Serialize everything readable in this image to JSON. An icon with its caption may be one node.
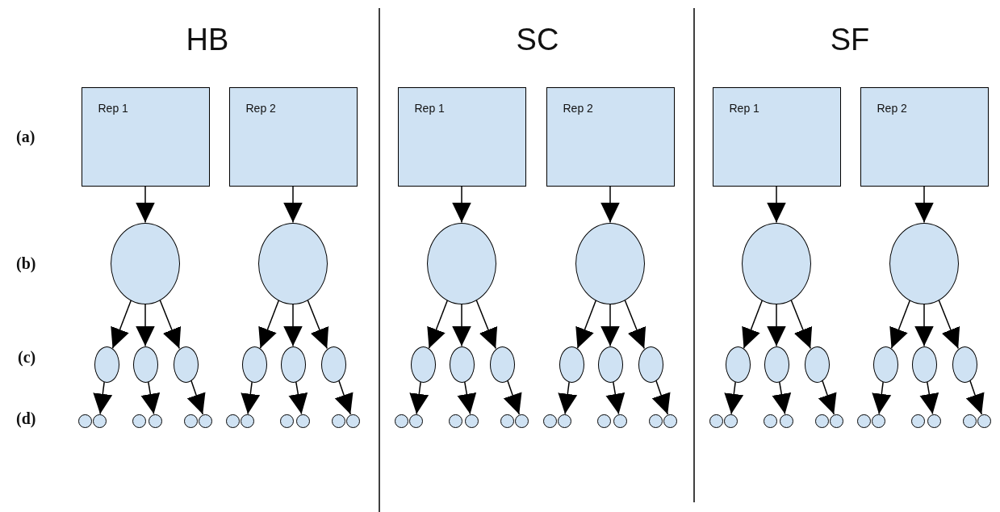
{
  "diagram": {
    "nodes": [
      {
        "text": [
          "Rep 1"
        ]
      },
      {
        "text": [],
        "shape": "circle"
      },
      {
        "text": [],
        "shape": "circle"
      },
      {
        "text": [],
        "shape": "circle"
      },
      {
        "text": [],
        "shape": "circle"
      },
      {
        "text": [],
        "shape": "circle"
      },
      {
        "text": [],
        "shape": "circle"
      },
      {
        "text": [],
        "shape": "circle"
      },
      {
        "text": [],
        "shape": "circle"
      },
      {
        "text": [],
        "shape": "circle"
      },
      {
        "text": [],
        "shape": "circle"
      },
      {
        "text": [
          "Rep 2"
        ]
      },
      {
        "text": [],
        "shape": "circle"
      },
      {
        "text": [],
        "shape": "circle"
      },
      {
        "text": [],
        "shape": "circle"
      },
      {
        "text": [],
        "shape": "circle"
      },
      {
        "text": [],
        "shape": "circle"
      },
      {
        "text": [],
        "shape": "circle"
      },
      {
        "text": [],
        "shape": "circle"
      },
      {
        "text": [],
        "shape": "circle"
      },
      {
        "text": [],
        "shape": "circle"
      },
      {
        "text": [],
        "shape": "circle"
      },
      {
        "text": [
          "Rep 1"
        ]
      },
      {
        "text": [],
        "shape": "circle"
      },
      {
        "text": [],
        "shape": "circle"
      },
      {
        "text": [],
        "shape": "circle"
      },
      {
        "text": [],
        "shape": "circle"
      },
      {
        "text": [],
        "shape": "circle"
      },
      {
        "text": [],
        "shape": "circle"
      },
      {
        "text": [],
        "shape": "circle"
      },
      {
        "text": [],
        "shape": "circle"
      },
      {
        "text": [],
        "shape": "circle"
      },
      {
        "text": [],
        "shape": "circle"
      },
      {
        "text": [
          "Rep 2"
        ]
      },
      {
        "text": [],
        "shape": "circle"
      },
      {
        "text": [],
        "shape": "circle"
      },
      {
        "text": [],
        "shape": "circle"
      },
      {
        "text": [],
        "shape": "circle"
      },
      {
        "text": [],
        "shape": "circle"
      },
      {
        "text": [],
        "shape": "circle"
      },
      {
        "text": [],
        "shape": "circle"
      },
      {
        "text": [],
        "shape": "circle"
      },
      {
        "text": [],
        "shape": "circle"
      },
      {
        "text": [],
        "shape": "circle"
      },
      {
        "text": [
          "Rep 1"
        ]
      },
      {
        "text": [],
        "shape": "circle"
      },
      {
        "text": [],
        "shape": "circle"
      },
      {
        "text": [],
        "shape": "circle"
      },
      {
        "text": [],
        "shape": "circle"
      },
      {
        "text": [],
        "shape": "circle"
      },
      {
        "text": [],
        "shape": "circle"
      },
      {
        "text": [],
        "shape": "circle"
      },
      {
        "text": [],
        "shape": "circle"
      },
      {
        "text": [],
        "shape": "circle"
      },
      {
        "text": [],
        "shape": "circle"
      },
      {
        "text": [
          "Rep 2"
        ]
      },
      {
        "text": [],
        "shape": "circle"
      },
      {
        "text": [],
        "shape": "circle"
      },
      {
        "text": [],
        "shape": "circle"
      },
      {
        "text": [],
        "shape": "circle"
      },
      {
        "text": [],
        "shape": "circle"
      },
      {
        "text": [],
        "shape": "circle"
      },
      {
        "text": [],
        "shape": "circle"
      },
      {
        "text": [],
        "shape": "circle"
      },
      {
        "text": [],
        "shape": "circle"
      },
      {
        "text": [],
        "shape": "circle"
      }
    ],
    "edges": [
      {
        "from": 0,
        "to": 1,
        "arrow": "to"
      },
      {
        "from": 1,
        "to": 2,
        "arrow": "to"
      },
      {
        "from": 1,
        "to": 3,
        "arrow": "to"
      },
      {
        "from": 1,
        "to": 4,
        "arrow": "to"
      },
      {
        "from": 2,
        "to": 6,
        "arrow": "to"
      },
      {
        "from": 3,
        "to": 8,
        "arrow": "to"
      },
      {
        "from": 4,
        "to": 10,
        "arrow": "to"
      },
      {
        "from": 11,
        "to": 12,
        "arrow": "to"
      },
      {
        "from": 12,
        "to": 13,
        "arrow": "to"
      },
      {
        "from": 12,
        "to": 14,
        "arrow": "to"
      },
      {
        "from": 12,
        "to": 15,
        "arrow": "to"
      },
      {
        "from": 13,
        "to": 17,
        "arrow": "to"
      },
      {
        "from": 14,
        "to": 19,
        "arrow": "to"
      },
      {
        "from": 15,
        "to": 21,
        "arrow": "to"
      },
      {
        "from": 22,
        "to": 23,
        "arrow": "to"
      },
      {
        "from": 23,
        "to": 24,
        "arrow": "to"
      },
      {
        "from": 23,
        "to": 25,
        "arrow": "to"
      },
      {
        "from": 23,
        "to": 26,
        "arrow": "to"
      },
      {
        "from": 24,
        "to": 28,
        "arrow": "to"
      },
      {
        "from": 25,
        "to": 30,
        "arrow": "to"
      },
      {
        "from": 26,
        "to": 32,
        "arrow": "to"
      },
      {
        "from": 33,
        "to": 34,
        "arrow": "to"
      },
      {
        "from": 34,
        "to": 35,
        "arrow": "to"
      },
      {
        "from": 34,
        "to": 36,
        "arrow": "to"
      },
      {
        "from": 34,
        "to": 37,
        "arrow": "to"
      },
      {
        "from": 35,
        "to": 39,
        "arrow": "to"
      },
      {
        "from": 36,
        "to": 41,
        "arrow": "to"
      },
      {
        "from": 37,
        "to": 43,
        "arrow": "to"
      },
      {
        "from": 44,
        "to": 45,
        "arrow": "to"
      },
      {
        "from": 45,
        "to": 46,
        "arrow": "to"
      },
      {
        "from": 45,
        "to": 47,
        "arrow": "to"
      },
      {
        "from": 45,
        "to": 48,
        "arrow": "to"
      },
      {
        "from": 46,
        "to": 50,
        "arrow": "to"
      },
      {
        "from": 47,
        "to": 52,
        "arrow": "to"
      },
      {
        "from": 48,
        "to": 54,
        "arrow": "to"
      },
      {
        "from": 55,
        "to": 56,
        "arrow": "to"
      },
      {
        "from": 56,
        "to": 57,
        "arrow": "to"
      },
      {
        "from": 56,
        "to": 58,
        "arrow": "to"
      },
      {
        "from": 56,
        "to": 59,
        "arrow": "to"
      },
      {
        "from": 57,
        "to": 61,
        "arrow": "to"
      },
      {
        "from": 58,
        "to": 63,
        "arrow": "to"
      },
      {
        "from": 59,
        "to": 65,
        "arrow": "to"
      }
    ],
    "labels": [
      "HB",
      "SC",
      "SF",
      "(a)",
      "(b)",
      "(c)",
      "(d)"
    ]
  }
}
